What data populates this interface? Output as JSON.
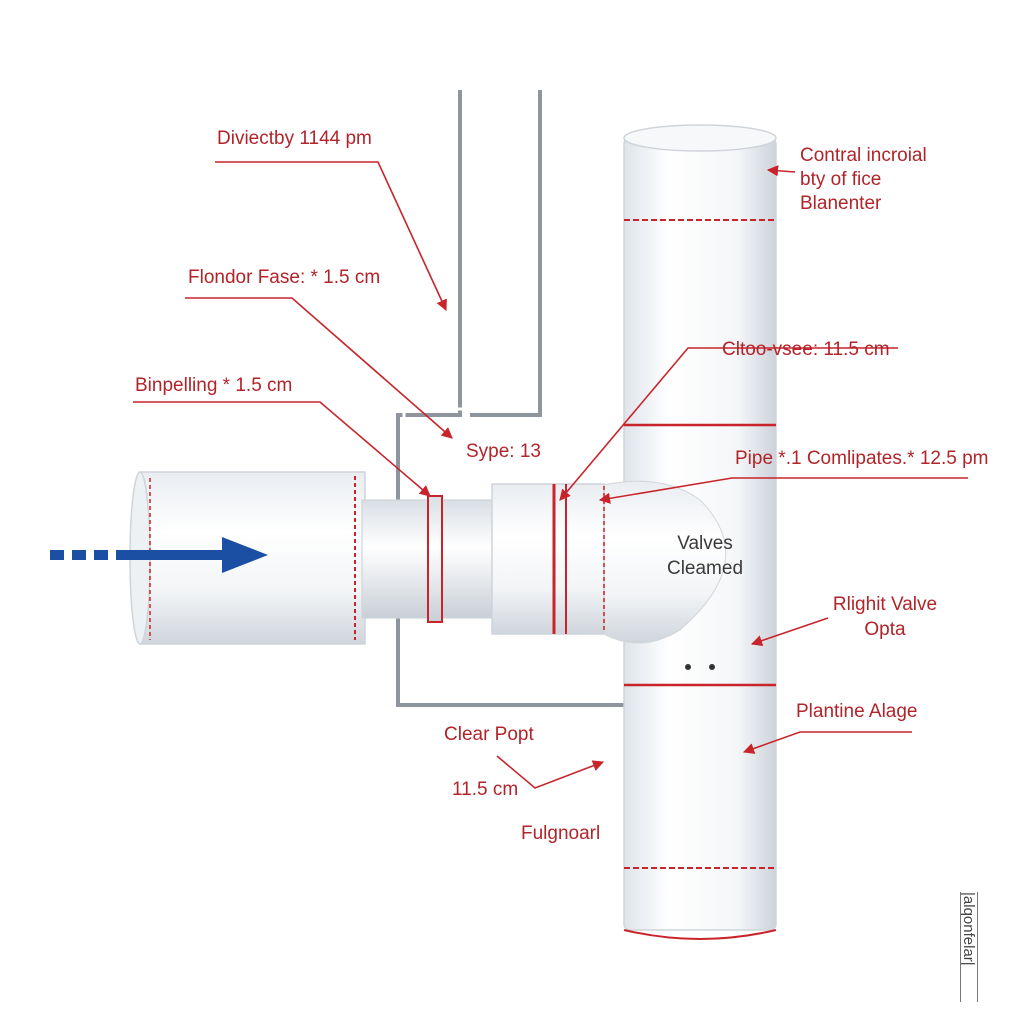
{
  "colors": {
    "accent_red": "#c8242b",
    "flow_blue": "#1a4fa3",
    "pipe_white": "#ffffff",
    "pipe_shadow": "#d8dde3"
  },
  "icons": {
    "flow_arrow": "arrow-right-icon"
  },
  "labels": {
    "directby": "Diviectby 1144 pm",
    "flondor": "Flondor Fase: * 1.5 cm",
    "binpelling": "Binpelling * 1.5 cm",
    "sype": "Sype: 13",
    "control_1": "Contral incroial",
    "control_2": "bty of fice",
    "control_3": "Blanenter",
    "cltoo": "Cltoo-vsee: 11.5 cm",
    "pipe_compl": "Pipe *.1 Comlipates.* 12.5 pm",
    "valves_1": "Valves",
    "valves_2": "Cleamed",
    "right_valve_1": "Rlighit Valve",
    "right_valve_2": "Opta",
    "plantine": "Plantine Alage",
    "clear_popt": "Clear Popt",
    "measure": "11.5 cm",
    "fulgnoarl": "Fulgnoarl",
    "vertical": "|alqonfelar|"
  }
}
